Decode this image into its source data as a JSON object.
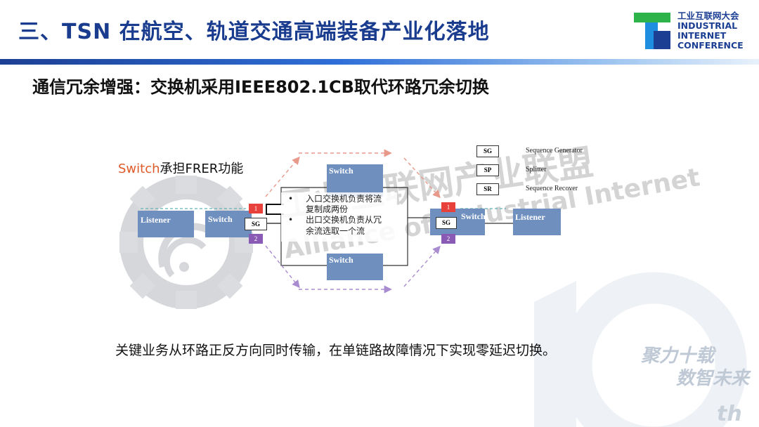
{
  "header": {
    "title": "三、TSN 在航空、轨道交通高端装备产业化落地",
    "logo_lines": [
      "工业互联网大会",
      "INDUSTRIAL",
      "INTERNET",
      "CONFERENCE"
    ]
  },
  "subtitle": "通信冗余增强：交换机采用IEEE802.1CB取代环路冗余切换",
  "diagram": {
    "frer_label_accent": "Switch",
    "frer_label_rest": "承担FRER功能",
    "node_labels": {
      "listener_left": "Listener",
      "switch_left": "Switch",
      "switch_top": "Switch",
      "switch_bottom": "Switch",
      "switch_right": "Switch",
      "listener_right": "Listener",
      "sg_left": "SG",
      "sg_right": "SG",
      "port_1": "1",
      "port_2": "2"
    },
    "legend": [
      {
        "key": "SG",
        "text": "Sequence Generator"
      },
      {
        "key": "SP",
        "text": "Splitter"
      },
      {
        "key": "SR",
        "text": "Sequence Recover"
      }
    ],
    "notes": [
      {
        "bullet": "•",
        "lines": [
          "入口交换机负责将流",
          "复制成两份"
        ]
      },
      {
        "bullet": "•",
        "lines": [
          "出口交换机负责从冗",
          "余流选取一个流"
        ]
      }
    ],
    "colors": {
      "switch": "#6f8fbf",
      "port_1": "#e8413c",
      "port_2": "#8a5bb5",
      "arrow_red": "#e89a8a",
      "arrow_purple": "#a98bd0"
    }
  },
  "footer": "关键业务从环路正反方向同时传输，在单链路故障情况下实现零延迟切换。",
  "watermark": {
    "cn": "工业互联网产业联盟",
    "en_1": "Alliance of Industrial Internet"
  },
  "slogan": [
    "聚力十载",
    "数智未来"
  ],
  "badge_suffix": "th"
}
